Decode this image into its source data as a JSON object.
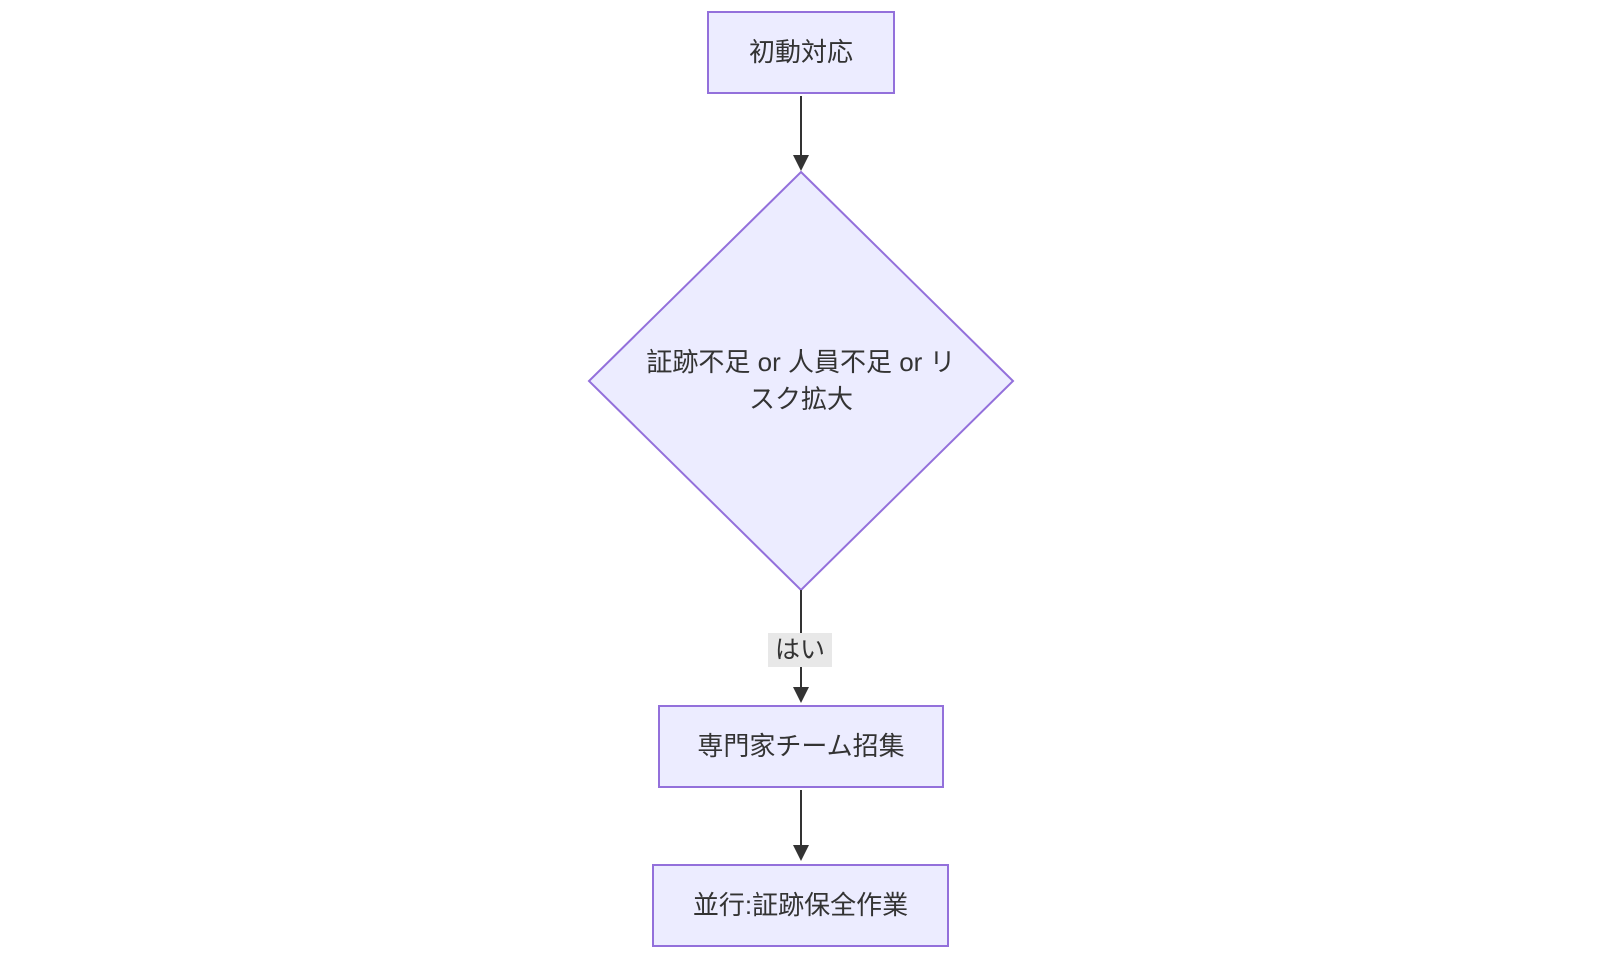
{
  "diagram": {
    "type": "flowchart",
    "direction": "top-down",
    "nodes": [
      {
        "id": "start",
        "shape": "rectangle",
        "label": "初動対応"
      },
      {
        "id": "decision",
        "shape": "diamond",
        "label": "証跡不足 or 人員不足 or リスク拡大"
      },
      {
        "id": "team",
        "shape": "rectangle",
        "label": "専門家チーム招集"
      },
      {
        "id": "preserve",
        "shape": "rectangle",
        "label": "並行:証跡保全作業"
      }
    ],
    "edges": [
      {
        "from": "start",
        "to": "decision",
        "label": ""
      },
      {
        "from": "decision",
        "to": "team",
        "label": "はい"
      },
      {
        "from": "team",
        "to": "preserve",
        "label": ""
      }
    ],
    "colors": {
      "node_fill": "#ECECFF",
      "node_border": "#9370DB",
      "edge_line": "#333333",
      "edge_label_bg": "#e8e8e8",
      "text": "#333333",
      "background": "#ffffff"
    }
  }
}
